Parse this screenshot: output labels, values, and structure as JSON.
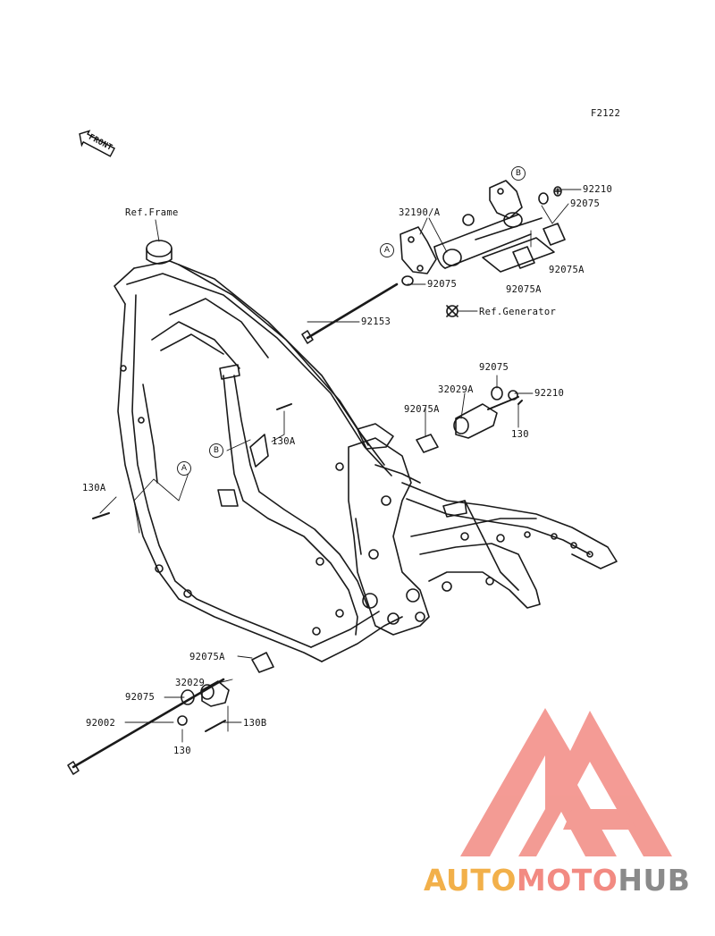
{
  "figure_code": "F2122",
  "front_label": "FRONT",
  "labels": {
    "ref_frame": "Ref.Frame",
    "ref_generator": "Ref.Generator",
    "p32190a": "32190/A",
    "p92210_top": "92210",
    "p92075_top": "92075",
    "p92075a_top": "92075A",
    "p92075_mid": "92075",
    "p92153": "92153",
    "p92075_r": "92075",
    "p32029a": "32029A",
    "p92210_r": "92210",
    "p92075a_r": "92075A",
    "p130_r": "130",
    "p130a_mid": "130A",
    "p130a_left": "130A",
    "p92075a_bot": "92075A",
    "p32029": "32029",
    "p92075_bot": "92075",
    "p92002": "92002",
    "p130b": "130B",
    "p130_bot": "130"
  },
  "callouts": {
    "a1": "A",
    "b1": "B",
    "a2": "A",
    "b2": "B"
  },
  "watermark": {
    "parts": [
      "AUTO",
      "MOTO",
      "HUB"
    ],
    "colors": {
      "auto": "#f2b04a",
      "moto": "#f28a82",
      "hub": "#8a8a8a",
      "logo": "#f28a82"
    }
  }
}
